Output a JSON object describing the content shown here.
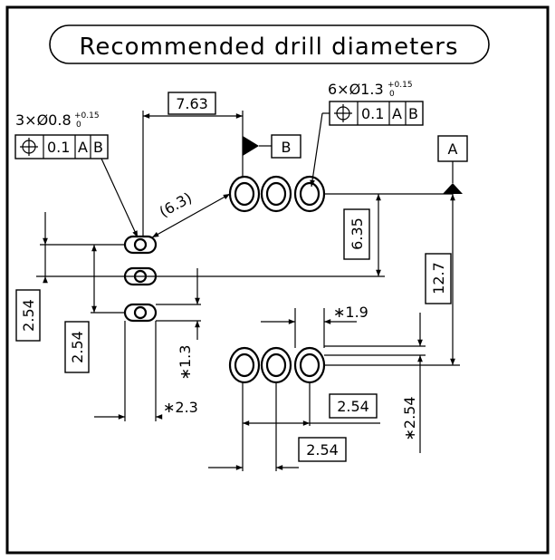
{
  "title": "Recommended drill diameters",
  "callout_left": {
    "count_dia": "3×Ø0.8",
    "tol_upper": "+0.15",
    "tol_lower": "0",
    "frame": {
      "tolerance": "0.1",
      "datum1": "A",
      "datum2": "B"
    }
  },
  "callout_right": {
    "count_dia": "6×Ø1.3",
    "tol_upper": "+0.15",
    "tol_lower": "0",
    "frame": {
      "tolerance": "0.1",
      "datum1": "A",
      "datum2": "B"
    }
  },
  "datums": {
    "a": "A",
    "b": "B"
  },
  "dimensions": {
    "d_7_63": "7.63",
    "d_6_3": "(6.3)",
    "d_6_35": "6.35",
    "d_12_7": "12.7",
    "d_2_54_left_outer": "2.54",
    "d_2_54_left_inner": "2.54",
    "d_1_3": "∗1.3",
    "d_2_3": "∗2.3",
    "d_1_9": "∗1.9",
    "d_2_54_right_upper": "2.54",
    "d_2_54_right_lower": "2.54",
    "d_2_54_right_vertical": "∗2.54"
  },
  "icons": {
    "position": "position-symbol-icon"
  }
}
